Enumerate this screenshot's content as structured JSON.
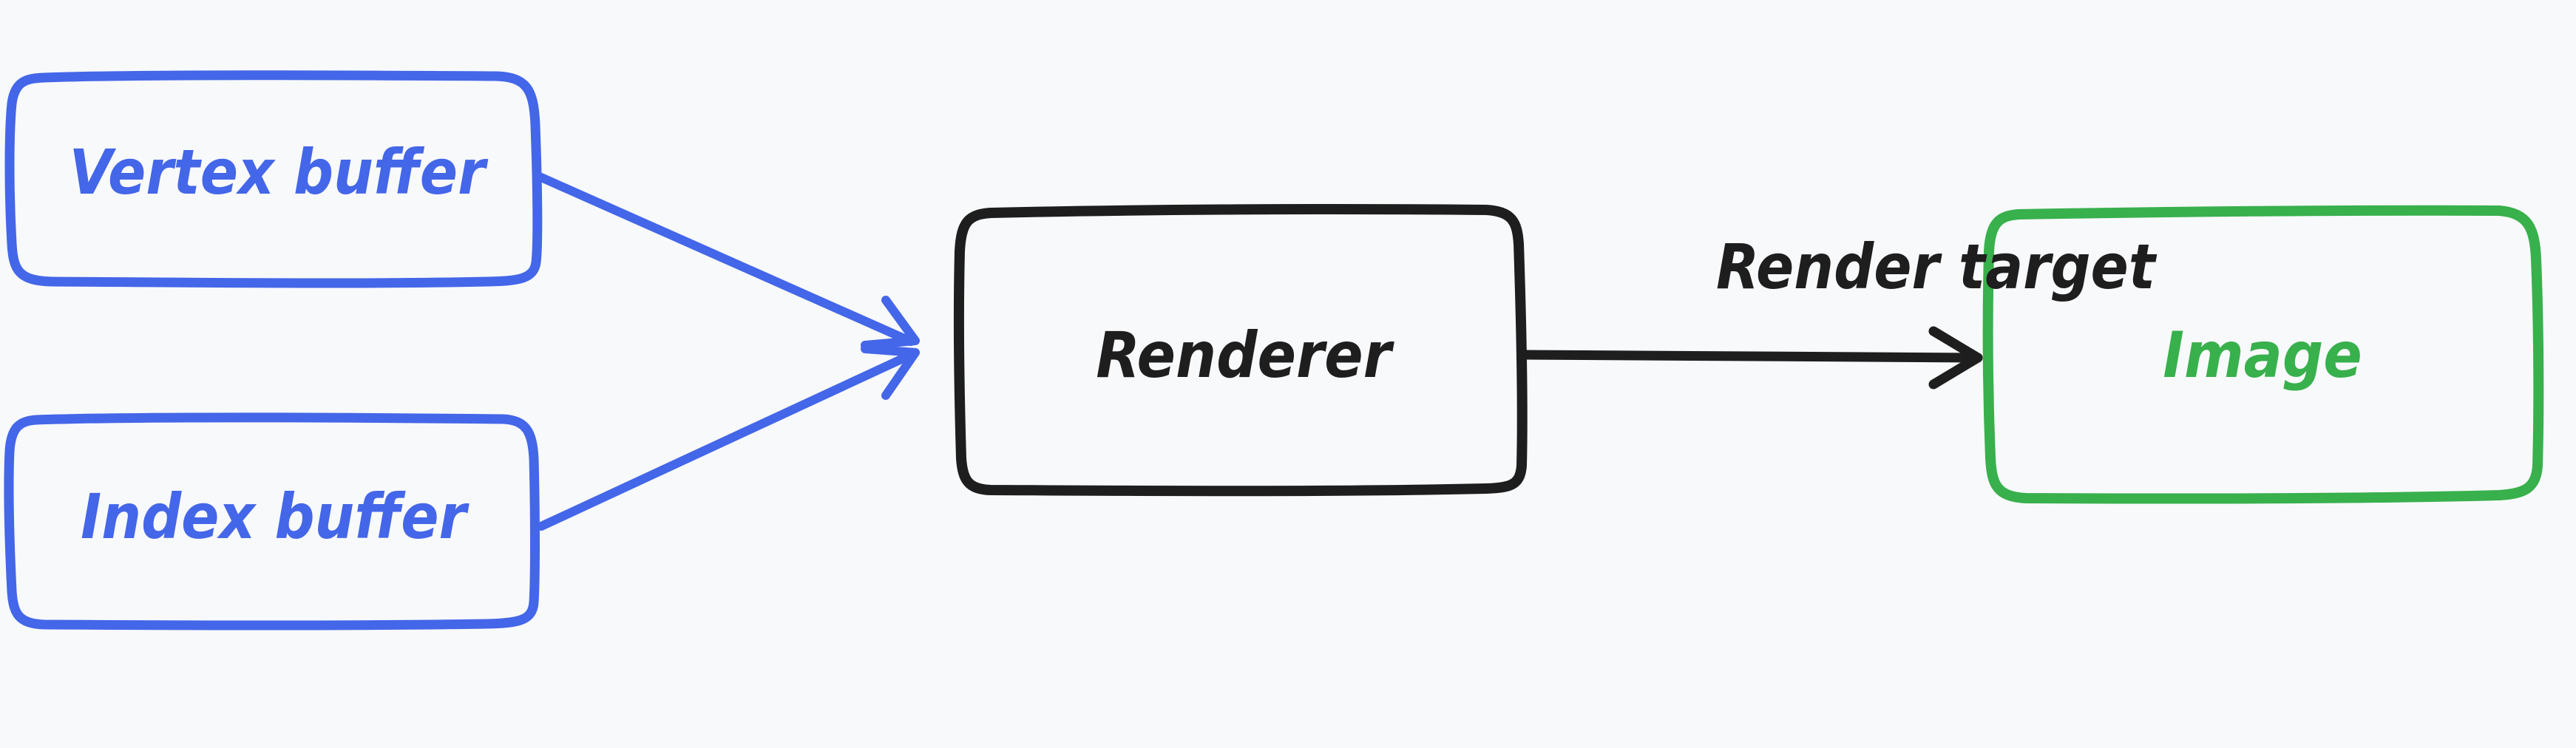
{
  "colors": {
    "background": "#f7f9fb",
    "blue": "#4466e8",
    "black": "#1e1e1e",
    "green": "#38b04c"
  },
  "nodes": [
    {
      "id": "vertex-buffer",
      "label": "Vertex buffer",
      "color": "blue"
    },
    {
      "id": "index-buffer",
      "label": "Index buffer",
      "color": "blue"
    },
    {
      "id": "renderer",
      "label": "Renderer",
      "color": "black"
    },
    {
      "id": "image",
      "label": "Image",
      "color": "green"
    }
  ],
  "edges": [
    {
      "from": "vertex-buffer",
      "to": "renderer",
      "label": ""
    },
    {
      "from": "index-buffer",
      "to": "renderer",
      "label": ""
    },
    {
      "from": "renderer",
      "to": "image",
      "label": "Render target"
    }
  ]
}
